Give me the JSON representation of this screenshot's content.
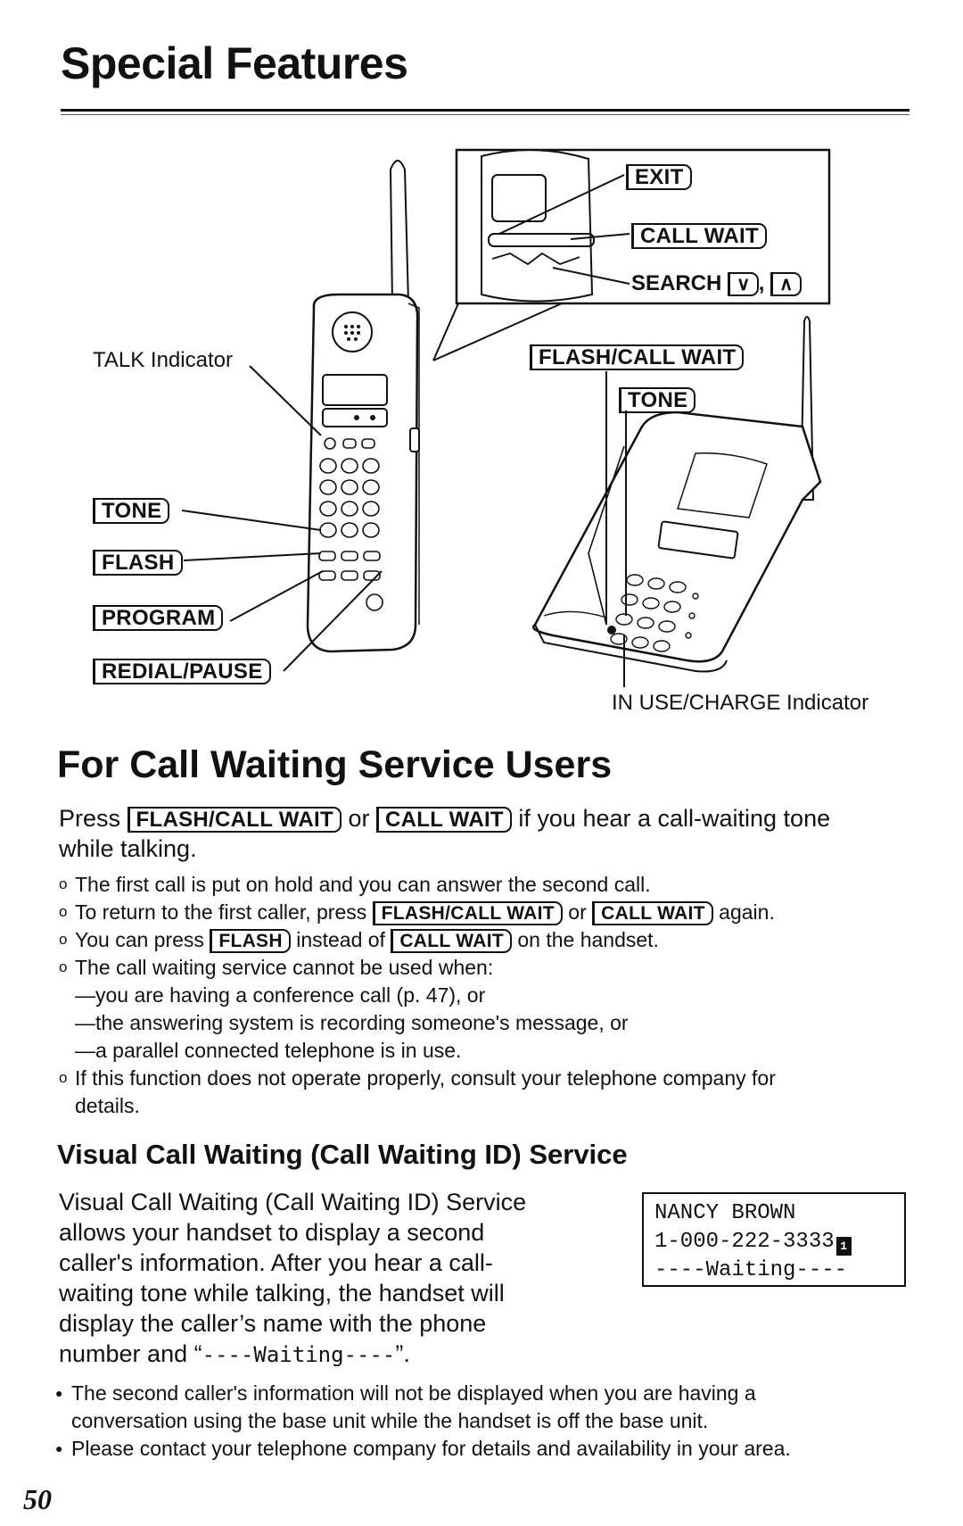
{
  "page": {
    "title": "Special Features",
    "page_number": "50"
  },
  "figure": {
    "inset_keys": {
      "exit": "EXIT",
      "call_wait": "CALL WAIT",
      "search": "SEARCH"
    },
    "handset_labels": {
      "talk_indicator": "TALK Indicator",
      "tone": "TONE",
      "flash": "FLASH",
      "program": "PROGRAM",
      "redial_pause": "REDIAL/PAUSE"
    },
    "base_labels": {
      "flash_call_wait": "FLASH/CALL WAIT",
      "tone": "TONE",
      "in_use_charge": "IN USE/CHARGE Indicator"
    }
  },
  "section_call_waiting": {
    "heading": "For Call Waiting Service Users",
    "intro_pre": "Press",
    "intro_key1": "FLASH/CALL WAIT",
    "intro_or": "or",
    "intro_key2": "CALL WAIT",
    "intro_post": "if you hear a call-waiting tone",
    "intro_line2": "while talking.",
    "bullet1": "The first call is put on hold and you can answer the second call.",
    "bullet2_pre": "To return to the first caller, press",
    "bullet2_key1": "FLASH/CALL WAIT",
    "bullet2_or": "or",
    "bullet2_key2": "CALL WAIT",
    "bullet2_post": "again.",
    "bullet3_pre": "You can press",
    "bullet3_key1": "FLASH",
    "bullet3_mid": "instead of",
    "bullet3_key2": "CALL WAIT",
    "bullet3_post": "on the handset.",
    "bullet4": "The call waiting service cannot be used when:",
    "dash1": "—you are having a conference call (p. 47), or",
    "dash2": "—the answering system is recording someone's message, or",
    "dash3": "—a parallel connected telephone is in use.",
    "bullet5_line1": "If this function does not operate properly, consult your telephone company for",
    "bullet5_line2": "details."
  },
  "section_visual": {
    "heading": "Visual Call Waiting (Call Waiting ID) Service",
    "p_line1": "Visual Call Waiting (Call Waiting ID) Service",
    "p_line2": "allows your handset to display a second",
    "p_line3": "caller's information. After you hear a call-",
    "p_line4": "waiting tone while talking, the handset will",
    "p_line5": "display the caller’s name with the phone",
    "p_line6_pre": "number and “",
    "p_line6_mono": "----Waiting----",
    "p_line6_post": "”.",
    "display": {
      "line1": "NANCY BROWN",
      "line2": "1-000-222-3333",
      "indicator": "1",
      "line3": "----Waiting----"
    },
    "note1_line1": "The second caller's information will not be displayed when you are having a",
    "note1_line2": "conversation using the base unit while the handset is off the base unit.",
    "note2": "Please contact your telephone company for details and availability in your area."
  }
}
